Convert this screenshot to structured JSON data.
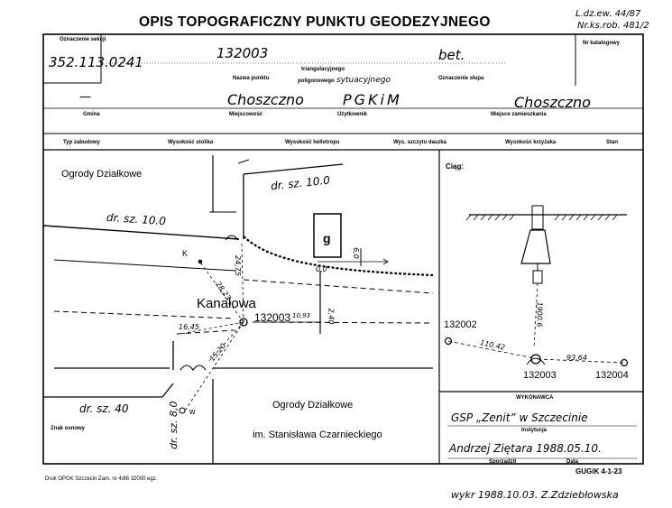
{
  "header": {
    "title": "OPIS TOPOGRAFICZNY PUNKTU GEODEZYJNEGO",
    "ldz": "L.dz.ew. 44/87",
    "nrks": "Nr.ks.rob. 481/2"
  },
  "fields": {
    "section_label": "Oznaczenie sekcji",
    "section_value": "352.113.0241",
    "point_number": "132003",
    "post_marking": "bet.",
    "catalog_label": "Nr katalogowy",
    "point_name_label": "Nazwa punktu",
    "type_triang": "triangulacyjnego",
    "type_polyg": "poligonowego",
    "type_syt": "sytuacyjnego",
    "post_label": "Oznaczenie słupa",
    "gmina_value": "—",
    "gmina_label": "Gmina",
    "locality_value": "Choszczno",
    "locality_label": "Miejscowość",
    "user_value": "PGKiM",
    "user_label": "Użytkownik",
    "residence_value": "Choszczno",
    "residence_label": "Miejsce zamieszkania"
  },
  "columns": [
    "Typ zabudowy",
    "Wysokość stolika",
    "Wysokość hellotropu",
    "Wys. szczytu daszka",
    "Wysokość krzyżaka",
    "Stan"
  ],
  "sketch": {
    "ogrody_top": "Ogrody Działkowe",
    "street1": "dr. sz. 10.0",
    "street2": "dr. sz. 10.0",
    "building": "g",
    "k": "K",
    "kanalowa": "Kanałowa",
    "pt": "132003",
    "d1": "24,75",
    "d2": "28,23",
    "d3": "16,45",
    "d4": "15,20",
    "d5": "10,93",
    "d6": "2,40",
    "d7": "0,0",
    "d8": "6,0",
    "street3": "dr. sz. 40",
    "w": "w",
    "street4": "dr. sz. 8,0",
    "ogrody_bottom": "Ogrody Działkowe",
    "patron": "im. Stanisława Czarnieckiego",
    "znak": "Znak osnowy"
  },
  "ciag": {
    "label": "Ciąg:",
    "p1": "132002",
    "p2": "132003",
    "p3": "132004",
    "d1": "110.42",
    "d2": "93.64",
    "d3": "1900.6"
  },
  "wykonawca": {
    "label": "WYKONAWCA",
    "institution": "GSP „Zenit” w Szczecinie",
    "institution_label": "Instytucja",
    "author": "Andrzej Ziętara 1988.05.10.",
    "author_label": "Sporządził",
    "data_label": "Data"
  },
  "footer": {
    "form": "GUGiK 4-1-23",
    "print": "Druk OPGK Szczecin Zam. nr 4/86 32000 egz.",
    "wykr": "wykr 1988.10.03. Z.Zdziebłowska"
  }
}
